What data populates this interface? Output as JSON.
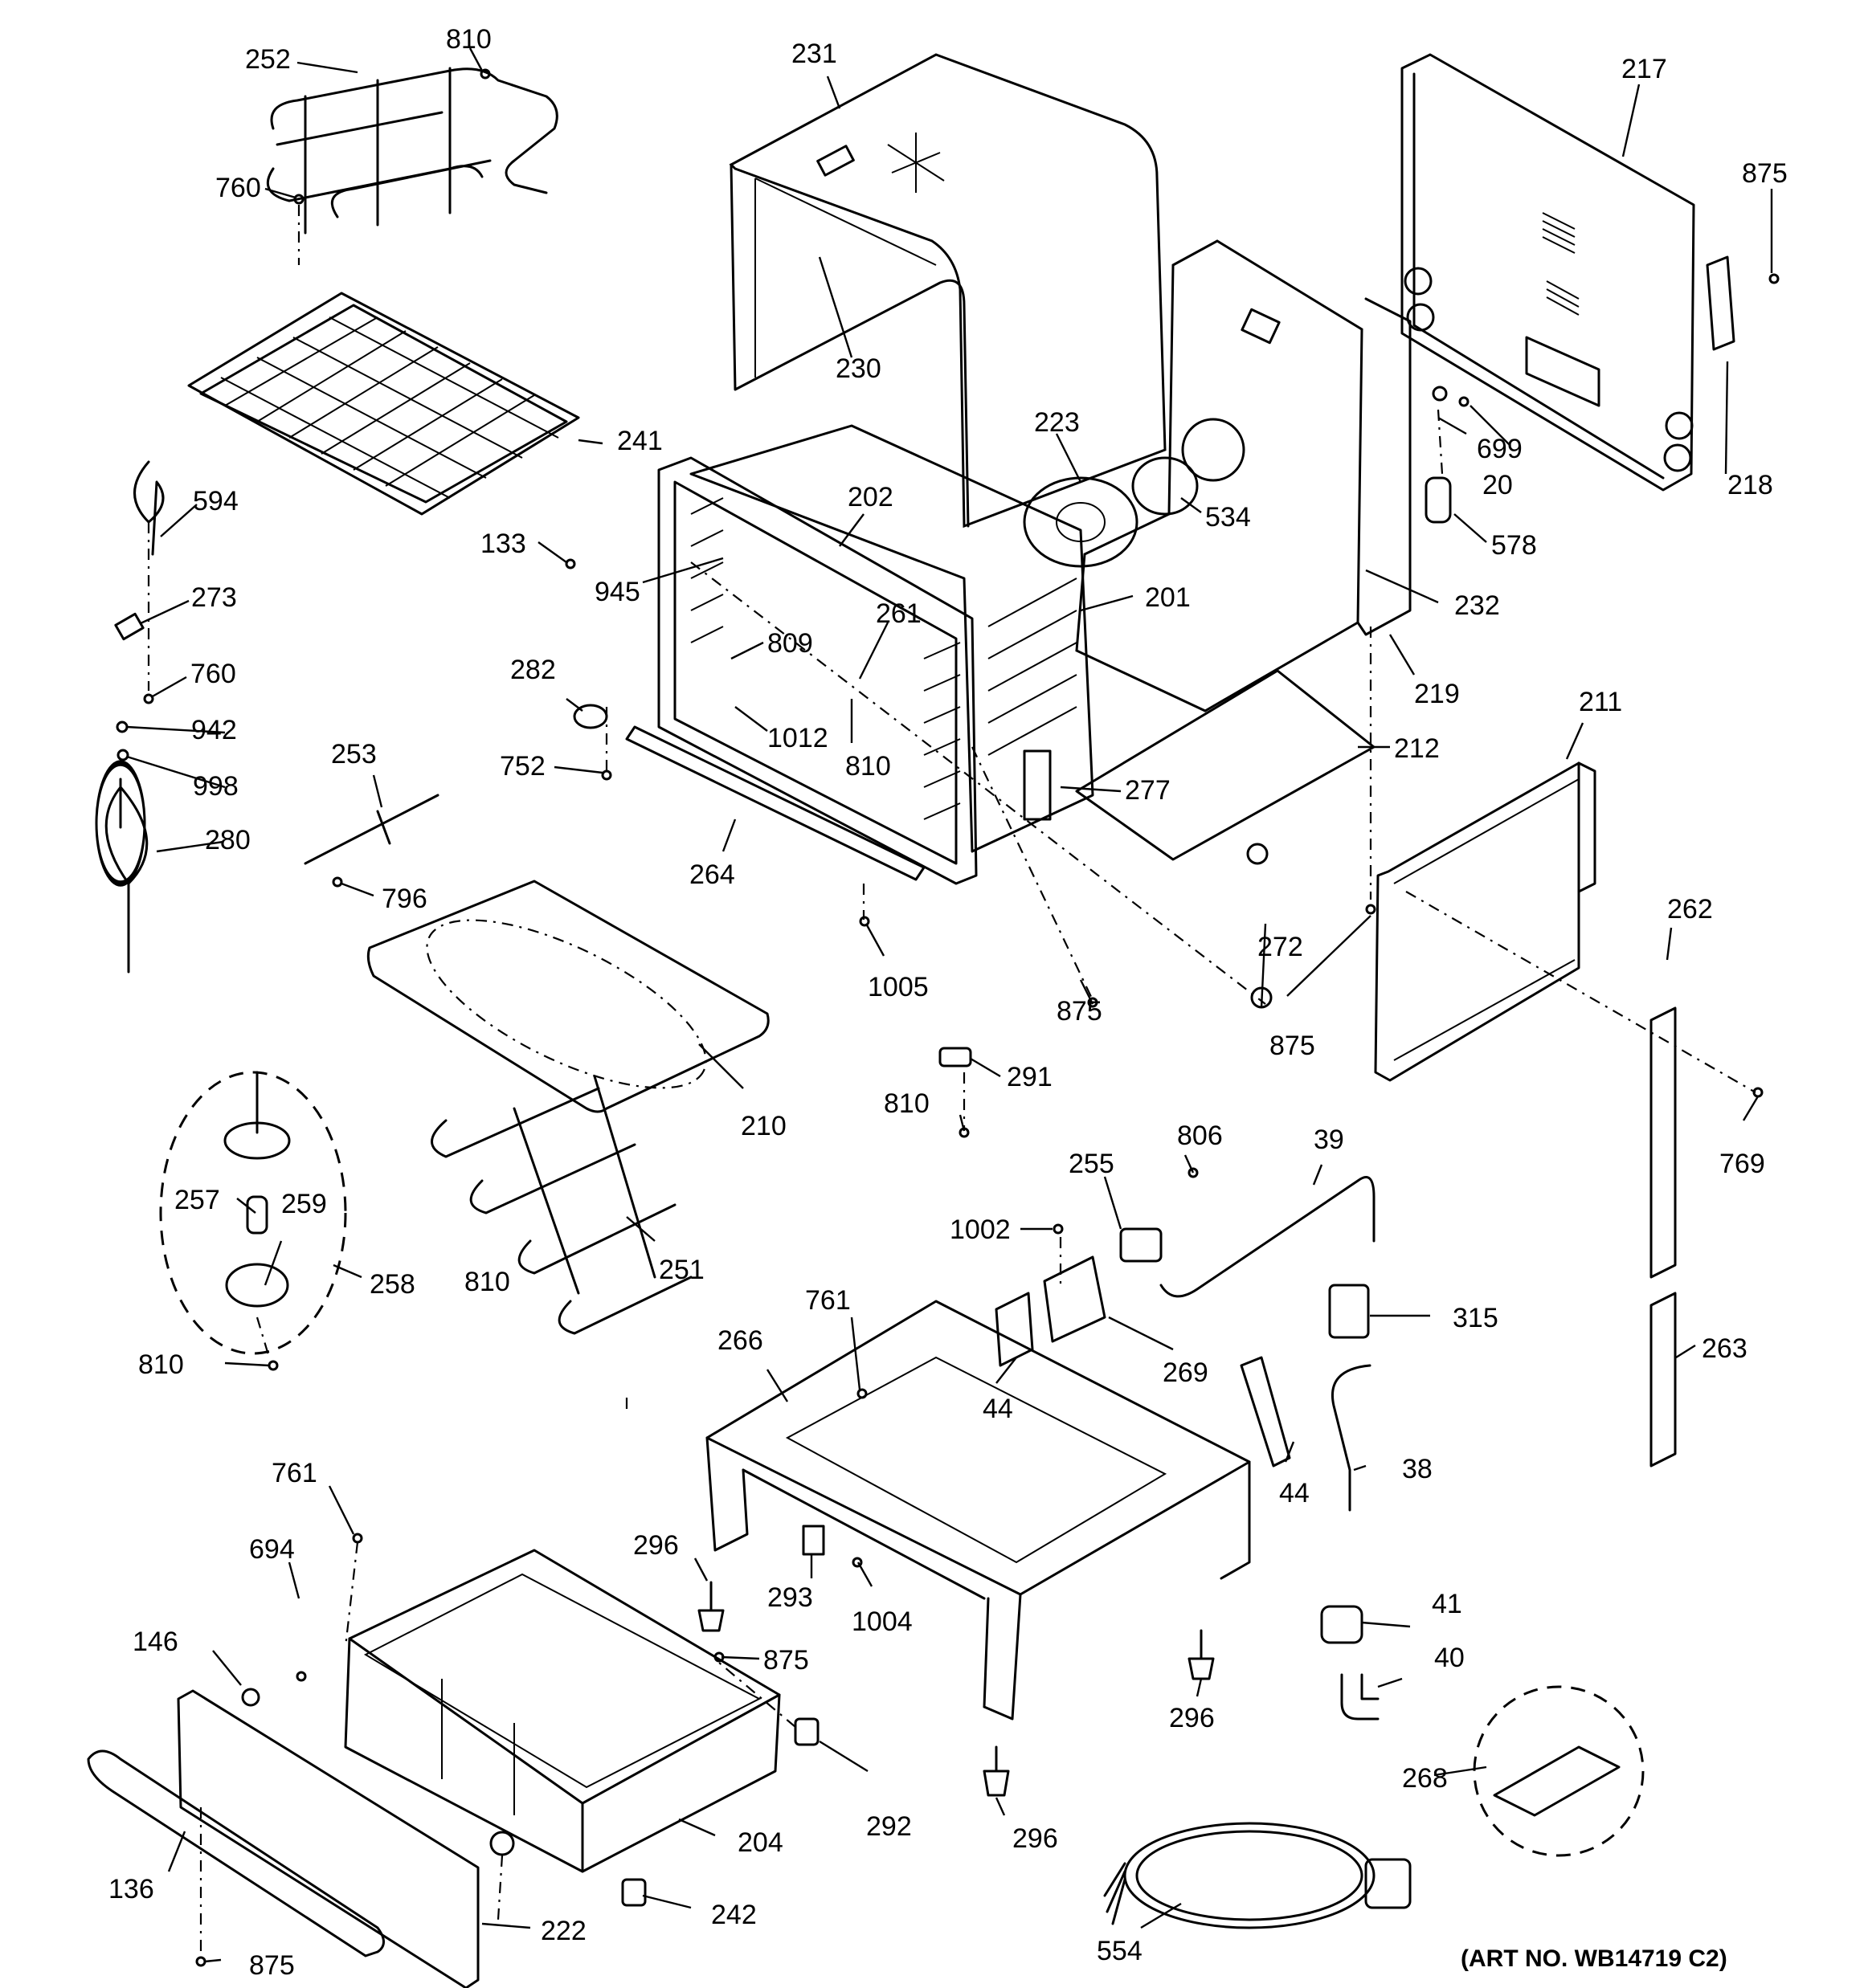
{
  "art_number": "(ART NO. WB14719 C2)",
  "labels": [
    {
      "id": "l252",
      "text": "252"
    },
    {
      "id": "l810a",
      "text": "810"
    },
    {
      "id": "l760a",
      "text": "760"
    },
    {
      "id": "l241",
      "text": "241"
    },
    {
      "id": "l594",
      "text": "594"
    },
    {
      "id": "l273",
      "text": "273"
    },
    {
      "id": "l760b",
      "text": "760"
    },
    {
      "id": "l942",
      "text": "942"
    },
    {
      "id": "l998",
      "text": "998"
    },
    {
      "id": "l280",
      "text": "280"
    },
    {
      "id": "l231",
      "text": "231"
    },
    {
      "id": "l230",
      "text": "230"
    },
    {
      "id": "l223",
      "text": "223"
    },
    {
      "id": "l534",
      "text": "534"
    },
    {
      "id": "l217",
      "text": "217"
    },
    {
      "id": "l875a",
      "text": "875"
    },
    {
      "id": "l699",
      "text": "699"
    },
    {
      "id": "l20",
      "text": "20"
    },
    {
      "id": "l218",
      "text": "218"
    },
    {
      "id": "l578",
      "text": "578"
    },
    {
      "id": "l232",
      "text": "232"
    },
    {
      "id": "l219",
      "text": "219"
    },
    {
      "id": "l133",
      "text": "133"
    },
    {
      "id": "l202",
      "text": "202"
    },
    {
      "id": "l945",
      "text": "945"
    },
    {
      "id": "l261",
      "text": "261"
    },
    {
      "id": "l201",
      "text": "201"
    },
    {
      "id": "l809",
      "text": "809"
    },
    {
      "id": "l282",
      "text": "282"
    },
    {
      "id": "l1012",
      "text": "1012"
    },
    {
      "id": "l810b",
      "text": "810"
    },
    {
      "id": "l212",
      "text": "212"
    },
    {
      "id": "l752",
      "text": "752"
    },
    {
      "id": "l277",
      "text": "277"
    },
    {
      "id": "l253",
      "text": "253"
    },
    {
      "id": "l211",
      "text": "211"
    },
    {
      "id": "l264",
      "text": "264"
    },
    {
      "id": "l796",
      "text": "796"
    },
    {
      "id": "l272",
      "text": "272"
    },
    {
      "id": "l262",
      "text": "262"
    },
    {
      "id": "l1005",
      "text": "1005"
    },
    {
      "id": "l875b",
      "text": "875"
    },
    {
      "id": "l875c",
      "text": "875"
    },
    {
      "id": "l291",
      "text": "291"
    },
    {
      "id": "l810c",
      "text": "810"
    },
    {
      "id": "l210",
      "text": "210"
    },
    {
      "id": "l769",
      "text": "769"
    },
    {
      "id": "l806",
      "text": "806"
    },
    {
      "id": "l39",
      "text": "39"
    },
    {
      "id": "l255",
      "text": "255"
    },
    {
      "id": "l257",
      "text": "257"
    },
    {
      "id": "l259",
      "text": "259"
    },
    {
      "id": "l1002",
      "text": "1002"
    },
    {
      "id": "l258",
      "text": "258"
    },
    {
      "id": "l810d",
      "text": "810"
    },
    {
      "id": "l251",
      "text": "251"
    },
    {
      "id": "l761a",
      "text": "761"
    },
    {
      "id": "l266",
      "text": "266"
    },
    {
      "id": "l315",
      "text": "315"
    },
    {
      "id": "l263",
      "text": "263"
    },
    {
      "id": "l810e",
      "text": "810"
    },
    {
      "id": "l269",
      "text": "269"
    },
    {
      "id": "l44a",
      "text": "44"
    },
    {
      "id": "l38",
      "text": "38"
    },
    {
      "id": "l44b",
      "text": "44"
    },
    {
      "id": "l761b",
      "text": "761"
    },
    {
      "id": "l694",
      "text": "694"
    },
    {
      "id": "l296a",
      "text": "296"
    },
    {
      "id": "l293",
      "text": "293"
    },
    {
      "id": "l1004",
      "text": "1004"
    },
    {
      "id": "l41",
      "text": "41"
    },
    {
      "id": "l146",
      "text": "146"
    },
    {
      "id": "l875d",
      "text": "875"
    },
    {
      "id": "l40",
      "text": "40"
    },
    {
      "id": "l296b",
      "text": "296"
    },
    {
      "id": "l268",
      "text": "268"
    },
    {
      "id": "l292",
      "text": "292"
    },
    {
      "id": "l204",
      "text": "204"
    },
    {
      "id": "l296c",
      "text": "296"
    },
    {
      "id": "l136",
      "text": "136"
    },
    {
      "id": "l242",
      "text": "242"
    },
    {
      "id": "l222",
      "text": "222"
    },
    {
      "id": "l554",
      "text": "554"
    },
    {
      "id": "l875e",
      "text": "875"
    }
  ]
}
